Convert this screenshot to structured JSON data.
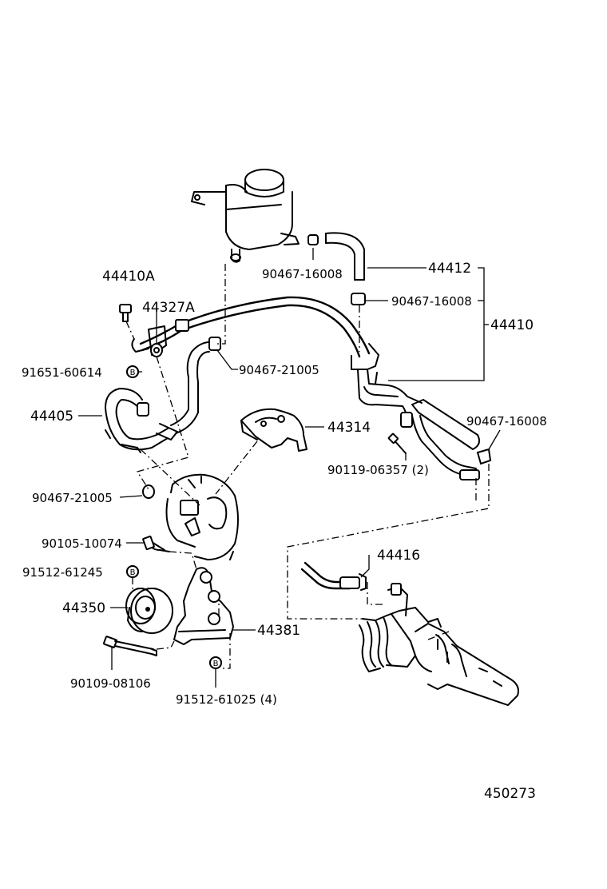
{
  "diagram_code": "450273",
  "labels": {
    "p44410A": "44410A",
    "p44327A": "44327A",
    "p90467_16008_a": "90467-16008",
    "p44412": "44412",
    "p90467_16008_b": "90467-16008",
    "p44410": "44410",
    "p91651_60614": "91651-60614",
    "p90467_21005_a": "90467-21005",
    "p44405": "44405",
    "p44314": "44314",
    "p90467_16008_c": "90467-16008",
    "p90119_06357": "90119-06357 (2)",
    "p90467_21005_b": "90467-21005",
    "p90105_10074": "90105-10074",
    "p44416": "44416",
    "p91512_61245": "91512-61245",
    "p44350": "44350",
    "p44381": "44381",
    "p90109_08106": "90109-08106",
    "p91512_61025": "91512-61025 (4)"
  },
  "marker_letter": "B",
  "colors": {
    "ink": "#000000",
    "paper": "#ffffff"
  }
}
